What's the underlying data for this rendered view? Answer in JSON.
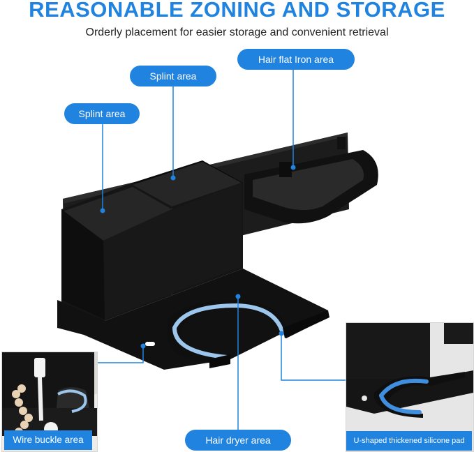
{
  "header": {
    "title": "REASONABLE ZONING AND STORAGE",
    "subtitle": "Orderly placement for easier storage and convenient retrieval"
  },
  "labels": {
    "splint_area_left": "Splint area",
    "splint_area_center": "Splint area",
    "flat_iron_area": "Hair flat Iron area",
    "wire_buckle_area": "Wire buckle area",
    "hair_dryer_area": "Hair dryer area",
    "silicone_pad": "U-shaped thickened silicone pad"
  },
  "colors": {
    "accent": "#1f83df",
    "product": "#141414",
    "silicone": "#7fb8e8"
  }
}
